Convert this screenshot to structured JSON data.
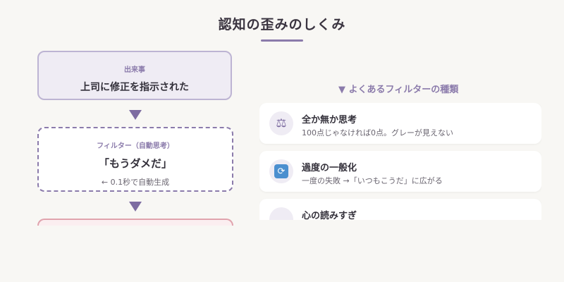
{
  "title": "認知の歪みのしくみ",
  "flow": {
    "event": {
      "label": "出来事",
      "text": "上司に修正を指示された"
    },
    "filter": {
      "label": "フィルター（自動思考）",
      "text": "「もうダメだ」",
      "note": "← 0.1秒で自動生成"
    }
  },
  "filters_section": {
    "heading": "▼ よくあるフィルターの種類",
    "cards": [
      {
        "icon": "scale-icon",
        "glyph": "⚖",
        "title": "全か無か思考",
        "desc": "100点じゃなければ0点。グレーが見えない"
      },
      {
        "icon": "sync-icon",
        "glyph": "🔄",
        "title": "過度の一般化",
        "desc": "一度の失敗 →「いつもこうだ」に広がる"
      },
      {
        "icon": "mind-reading-icon",
        "glyph": "",
        "title": "心の読みすぎ",
        "desc": ""
      }
    ]
  },
  "colors": {
    "accent": "#8b7bab",
    "arrow": "#7d6ca1",
    "background": "#f8f7f4"
  }
}
